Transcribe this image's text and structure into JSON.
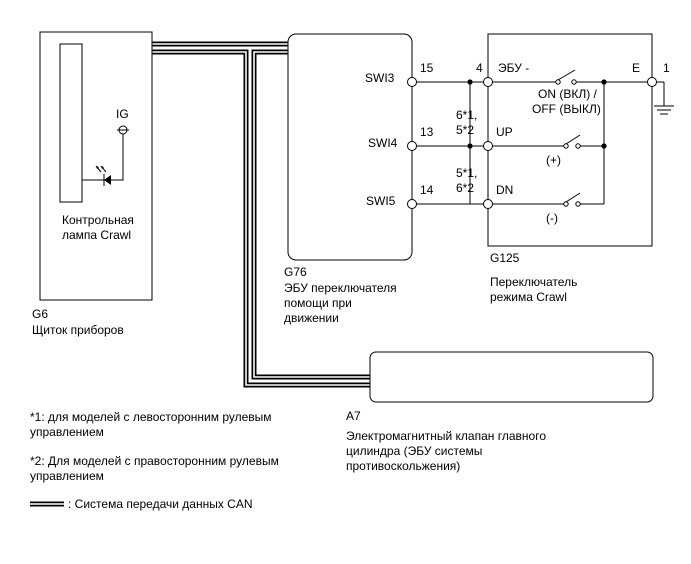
{
  "g6": {
    "code": "G6",
    "name": "Щиток приборов",
    "ig": "IG",
    "lamp_line1": "Контрольная",
    "lamp_line2": "лампа Crawl"
  },
  "g76": {
    "code": "G76",
    "name_line1": "ЭБУ переключателя",
    "name_line2": "помощи при",
    "name_line3": "движении",
    "pins": [
      {
        "name": "SWI3",
        "number": "15"
      },
      {
        "name": "SWI4",
        "number": "13"
      },
      {
        "name": "SWI5",
        "number": "14"
      }
    ]
  },
  "g125": {
    "code": "G125",
    "name_line1": "Переключатель",
    "name_line2": "режима Crawl",
    "ecu_label": "ЭБУ -",
    "on_off_line1": "ON (ВКЛ) /",
    "on_off_line2": "OFF (ВЫКЛ)",
    "up_label": "UP",
    "dn_label": "DN",
    "plus_label": "(+)",
    "minus_label": "(-)",
    "e_label": "E",
    "pin_ecu": "4",
    "pin_up_1": "6*1,",
    "pin_up_2": "5*2",
    "pin_dn_1": "5*1,",
    "pin_dn_2": "6*2",
    "pin_e": "1"
  },
  "a7": {
    "code": "A7",
    "name_line1": "Электромагнитный клапан главного",
    "name_line2": "цилиндра (ЭБУ системы",
    "name_line3": "противоскольжения)"
  },
  "notes": {
    "note1_line1": "*1: для моделей с левосторонним рулевым",
    "note1_line2": "управлением",
    "note2_line1": "*2: Для моделей с правосторонним рулевым",
    "note2_line2": "управлением",
    "can_legend": ": Система передачи данных CAN"
  }
}
